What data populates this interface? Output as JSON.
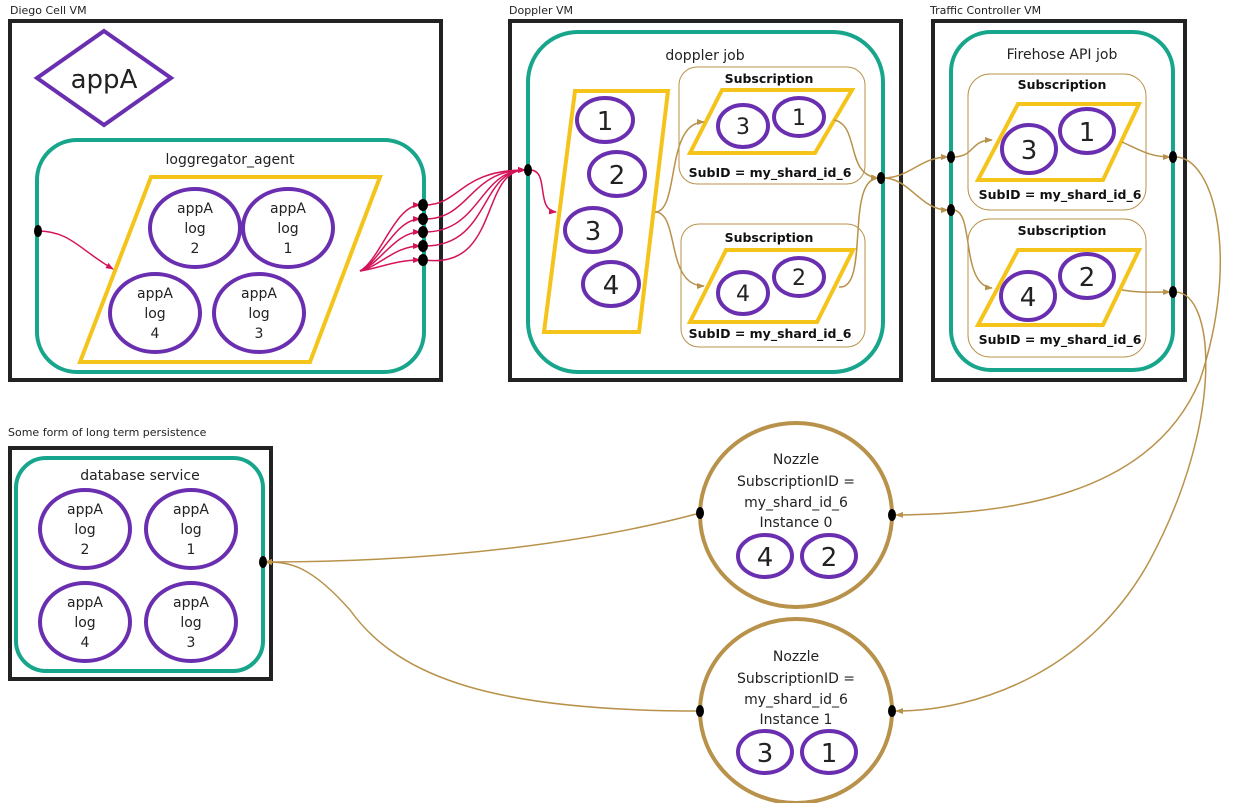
{
  "colors": {
    "vm_border": "#222222",
    "job_border": "#17a58c",
    "queue_border": "#f5c41b",
    "log_border": "#6a2fb0",
    "subscription_border": "#b8924a",
    "nozzle_border": "#b8924a",
    "flow_agent": "#d4145a",
    "flow_subscription": "#b8924a"
  },
  "diego_cell": {
    "vm_label": "Diego Cell VM",
    "app_label": "appA",
    "job_label": "loggregator_agent",
    "logs": [
      {
        "app": "appA",
        "word": "log",
        "num": "2"
      },
      {
        "app": "appA",
        "word": "log",
        "num": "1"
      },
      {
        "app": "appA",
        "word": "log",
        "num": "4"
      },
      {
        "app": "appA",
        "word": "log",
        "num": "3"
      }
    ]
  },
  "doppler": {
    "vm_label": "Doppler VM",
    "job_label": "doppler job",
    "queue": [
      "1",
      "2",
      "3",
      "4"
    ],
    "subscriptions": [
      {
        "title": "Subscription",
        "logs": [
          "3",
          "1"
        ],
        "subid": "SubID = my_shard_id_6"
      },
      {
        "title": "Subscription",
        "logs": [
          "4",
          "2"
        ],
        "subid": "SubID = my_shard_id_6"
      }
    ]
  },
  "traffic_controller": {
    "vm_label": "Traffic Controller VM",
    "job_label": "Firehose API job",
    "subscriptions": [
      {
        "title": "Subscription",
        "logs": [
          "3",
          "1"
        ],
        "subid": "SubID = my_shard_id_6"
      },
      {
        "title": "Subscription",
        "logs": [
          "4",
          "2"
        ],
        "subid": "SubID = my_shard_id_6"
      }
    ]
  },
  "persistence": {
    "vm_label": "Some form of long term persistence",
    "job_label": "database service",
    "logs": [
      {
        "app": "appA",
        "word": "log",
        "num": "2"
      },
      {
        "app": "appA",
        "word": "log",
        "num": "1"
      },
      {
        "app": "appA",
        "word": "log",
        "num": "4"
      },
      {
        "app": "appA",
        "word": "log",
        "num": "3"
      }
    ]
  },
  "nozzles": [
    {
      "line1": "Nozzle",
      "line2": "SubscriptionID =",
      "line3": "my_shard_id_6",
      "line4": "Instance 0",
      "logs": [
        "4",
        "2"
      ]
    },
    {
      "line1": "Nozzle",
      "line2": "SubscriptionID =",
      "line3": "my_shard_id_6",
      "line4": "Instance 1",
      "logs": [
        "3",
        "1"
      ]
    }
  ]
}
